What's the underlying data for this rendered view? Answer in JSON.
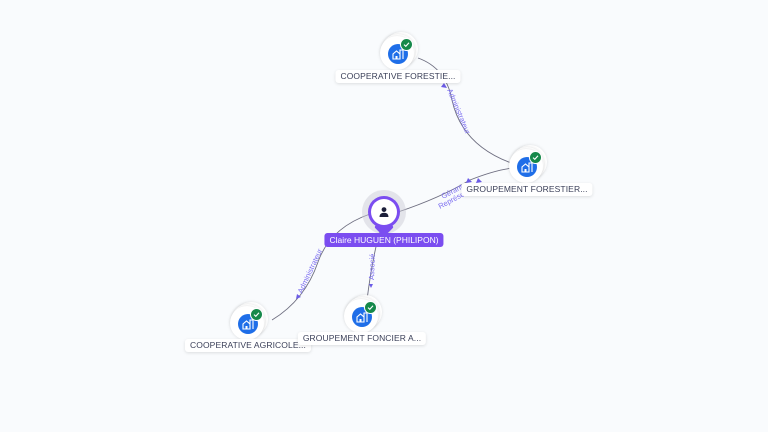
{
  "graph": {
    "background": "#f9fbfd",
    "colors": {
      "company_node": "#1f6ee8",
      "verified_badge": "#16894a",
      "person_node": "#7b4df0",
      "edge_label": "#7b6df0",
      "edge_line": "#6e6e80"
    },
    "person": {
      "id": "claire",
      "label": "Claire HUGUEN (PHILIPON)",
      "icon": "person-icon"
    },
    "companies": [
      {
        "id": "coop-forestiere",
        "label": "COOPERATIVE FORESTIE...",
        "icon": "company-building-icon",
        "badge": "verified-check-icon"
      },
      {
        "id": "groupement-forestier",
        "label": "GROUPEMENT FORESTIER...",
        "icon": "company-building-icon",
        "badge": "verified-check-icon"
      },
      {
        "id": "coop-agricole",
        "label": "COOPERATIVE AGRICOLE...",
        "icon": "company-building-icon",
        "badge": "verified-check-icon"
      },
      {
        "id": "groupement-foncier",
        "label": "GROUPEMENT FONCIER A...",
        "icon": "company-building-icon",
        "badge": "verified-check-icon"
      }
    ],
    "edges": [
      {
        "from": "groupement-forestier",
        "to": "coop-forestiere",
        "label": "Administrateur"
      },
      {
        "from": "claire",
        "to": "groupement-forestier",
        "label": "Gérant"
      },
      {
        "from": "claire",
        "to": "groupement-forestier",
        "label": "Représentant"
      },
      {
        "from": "claire",
        "to": "coop-agricole",
        "label": "Administrateur"
      },
      {
        "from": "claire",
        "to": "groupement-foncier",
        "label": "Associé"
      }
    ]
  }
}
